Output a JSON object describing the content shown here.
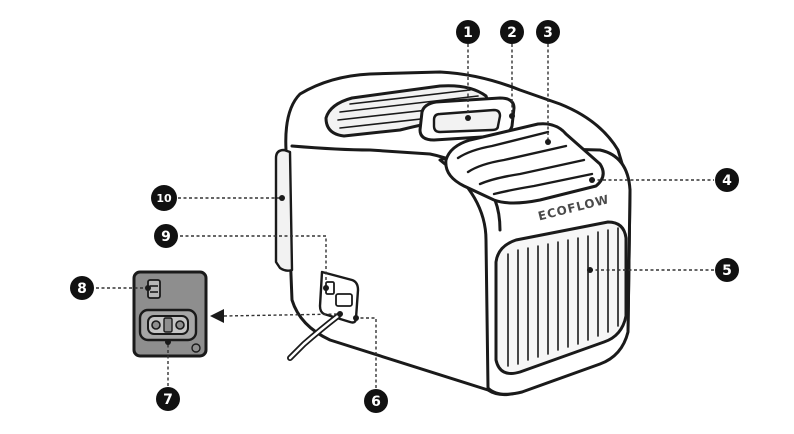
{
  "brand": "ECOFLOW",
  "callouts": [
    "1",
    "2",
    "3",
    "4",
    "5",
    "6",
    "7",
    "8",
    "9",
    "10"
  ],
  "colors": {
    "outline": "#1a1a1a",
    "body_fill": "#ffffff",
    "body_shade": "#f2f2f2",
    "panel_fill": "#8e8e8e",
    "panel_inner": "#b5b5b5",
    "badge_fill": "#111111",
    "badge_text": "#ffffff"
  }
}
